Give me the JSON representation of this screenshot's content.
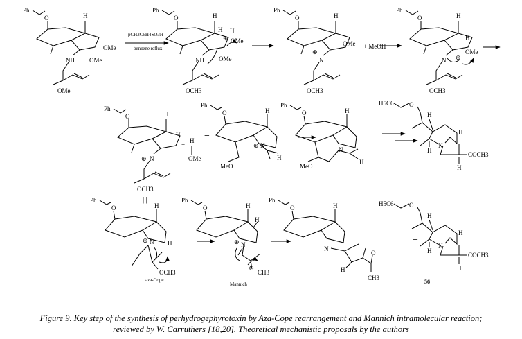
{
  "figure": {
    "caption_line1": "Figure 9. Key step of the synthesis of perhydrogephyrotoxin by Aza-Cope rearrangement and Mannich intramolecular reaction;",
    "caption_line2": "reviewed by W. Carruthers [18,20]. Theoretical mechanistic proposals by the authors"
  },
  "reagents": {
    "acid": "pCH3C6H4SO3H",
    "solvent": "benzene reflux",
    "methanol": "+ MeOH",
    "plus": "+",
    "equiv": "≡",
    "resonance": "|||"
  },
  "labels": {
    "ph": "Ph",
    "o": "O",
    "h": "H",
    "nh": "NH",
    "n": "N",
    "ome": "OMe",
    "och3": "OCH3",
    "meo": "MeO",
    "plus_charge": "⊕",
    "h5c6": "H5C6",
    "coch3": "COCH3",
    "ch3": "CH3"
  },
  "steps": {
    "aza_cope": "aza-Cope",
    "mannich": "Mannich",
    "compound_number": "56"
  }
}
